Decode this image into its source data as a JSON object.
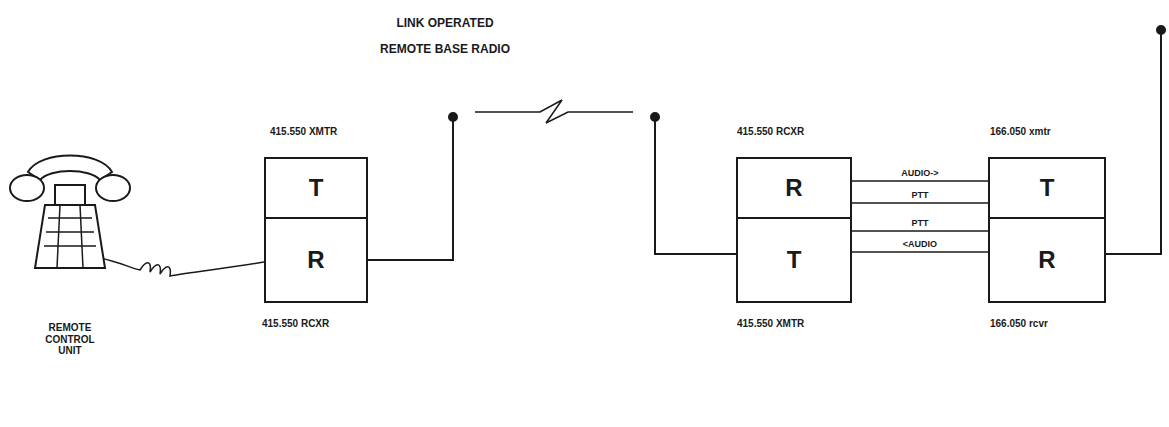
{
  "diagram": {
    "title": "LINK OPERATED REMOTE BASE RADIO",
    "nodes": [
      {
        "text": [
          "T"
        ]
      },
      {
        "text": [
          "R"
        ]
      },
      {
        "text": [
          "R"
        ]
      },
      {
        "text": [
          "T"
        ]
      },
      {
        "text": [
          "T"
        ]
      },
      {
        "text": [
          "R"
        ]
      }
    ],
    "edges": [
      {
        "from": 2,
        "to": 4,
        "label": "AUDIO->",
        "arrow": "none"
      },
      {
        "from": 2,
        "to": 4,
        "label": "PTT",
        "arrow": "none"
      },
      {
        "from": 3,
        "to": 5,
        "label": "PTT",
        "arrow": "none"
      },
      {
        "from": 3,
        "to": 5,
        "label": "<AUDIO",
        "arrow": "none"
      }
    ],
    "labels": [
      "415.550 XMTR",
      "415.550 RCXR",
      "415.550 RCXR",
      "166.050 xmtr",
      "415.550 XMTR",
      "166.050 rcvr",
      "REMOTE CONTROL UNIT"
    ]
  }
}
